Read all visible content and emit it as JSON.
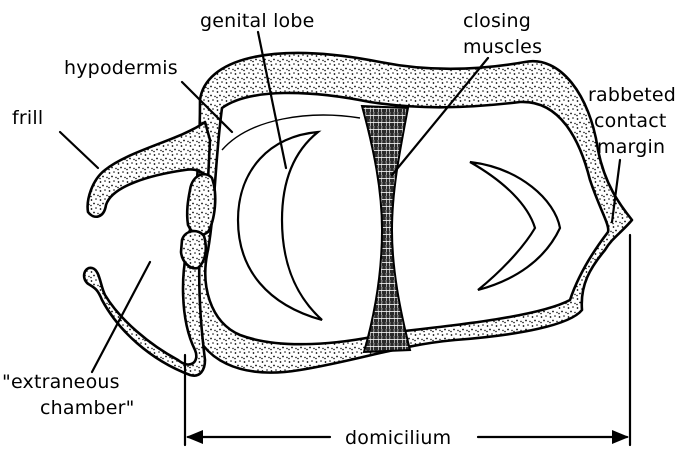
{
  "labels": {
    "genital_lobe": "genital lobe",
    "closing_muscles_1": "closing",
    "closing_muscles_2": "muscles",
    "hypodermis": "hypodermis",
    "frill": "frill",
    "rabbeted_1": "rabbeted",
    "rabbeted_2": "contact",
    "rabbeted_3": "margin",
    "extraneous_1": "\"extraneous",
    "extraneous_2": "chamber\"",
    "domicilium": "domicilium"
  },
  "colors": {
    "ink": "#000000",
    "paper": "#ffffff"
  }
}
